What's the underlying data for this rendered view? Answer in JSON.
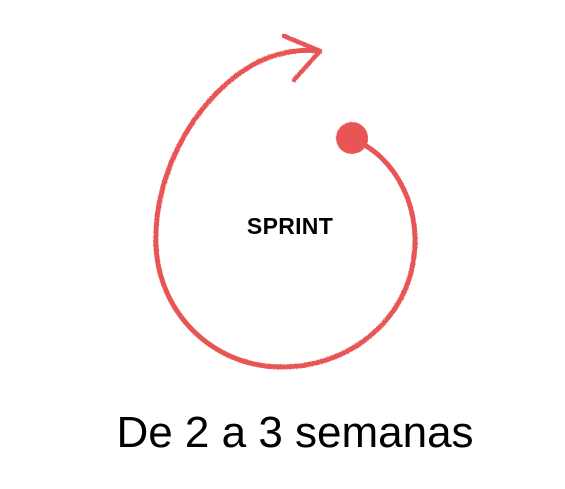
{
  "diagram": {
    "center_label": "SPRINT",
    "caption": "De 2 a 3 semanas",
    "cycle_color": "#e85454",
    "shapes": [
      "cycle-arc",
      "cycle-start-dot",
      "cycle-arrowhead"
    ]
  }
}
